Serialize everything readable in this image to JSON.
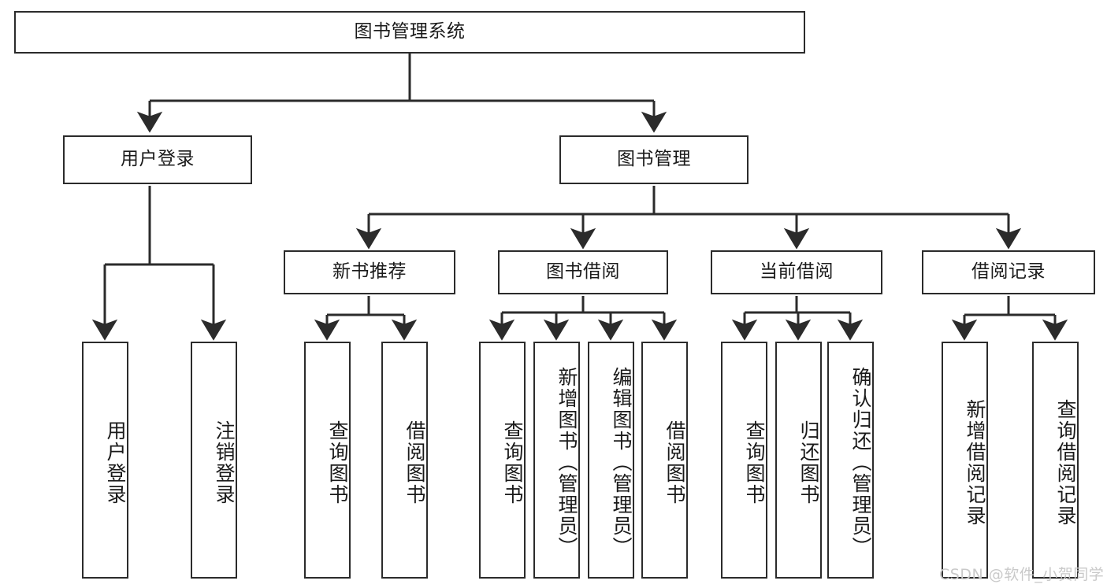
{
  "diagram": {
    "type": "tree-hierarchy-chart",
    "title": "图书管理系统",
    "stroke_color": "#2b2b2b",
    "fill_color": "#ffffff",
    "text_color": "#1a1a1a",
    "nodes": {
      "root": {
        "label": "图书管理系统",
        "level": 0,
        "orientation": "horizontal"
      },
      "user_login": {
        "label": "用户登录",
        "level": 1,
        "orientation": "horizontal"
      },
      "book_manage": {
        "label": "图书管理",
        "level": 1,
        "orientation": "horizontal"
      },
      "new_book_rec": {
        "label": "新书推荐",
        "level": 2,
        "orientation": "horizontal"
      },
      "book_borrow": {
        "label": "图书借阅",
        "level": 2,
        "orientation": "horizontal"
      },
      "current_borrow": {
        "label": "当前借阅",
        "level": 2,
        "orientation": "horizontal"
      },
      "borrow_record": {
        "label": "借阅记录",
        "level": 2,
        "orientation": "horizontal"
      },
      "leaf_user_login": {
        "label": "用户登录",
        "level": 3,
        "orientation": "vertical"
      },
      "leaf_logout": {
        "label": "注销登录",
        "level": 3,
        "orientation": "vertical"
      },
      "leaf_query_book_1": {
        "label": "查询图书",
        "level": 3,
        "orientation": "vertical"
      },
      "leaf_borrow_book_1": {
        "label": "借阅图书",
        "level": 3,
        "orientation": "vertical"
      },
      "leaf_query_book_2": {
        "label": "查询图书",
        "level": 3,
        "orientation": "vertical"
      },
      "leaf_add_book": {
        "label": "新增图书（管理员）",
        "level": 3,
        "orientation": "vertical"
      },
      "leaf_edit_book": {
        "label": "编辑图书（管理员）",
        "level": 3,
        "orientation": "vertical"
      },
      "leaf_borrow_book_2": {
        "label": "借阅图书",
        "level": 3,
        "orientation": "vertical"
      },
      "leaf_query_book_3": {
        "label": "查询图书",
        "level": 3,
        "orientation": "vertical"
      },
      "leaf_return_book": {
        "label": "归还图书",
        "level": 3,
        "orientation": "vertical"
      },
      "leaf_confirm_return": {
        "label": "确认归还（管理员）",
        "level": 3,
        "orientation": "vertical"
      },
      "leaf_add_record": {
        "label": "新增借阅记录",
        "level": 3,
        "orientation": "vertical"
      },
      "leaf_query_record": {
        "label": "查询借阅记录",
        "level": 3,
        "orientation": "vertical"
      }
    },
    "edges": [
      {
        "from": "root",
        "to": "user_login"
      },
      {
        "from": "root",
        "to": "book_manage"
      },
      {
        "from": "user_login",
        "to": "leaf_user_login"
      },
      {
        "from": "user_login",
        "to": "leaf_logout"
      },
      {
        "from": "book_manage",
        "to": "new_book_rec"
      },
      {
        "from": "book_manage",
        "to": "book_borrow"
      },
      {
        "from": "book_manage",
        "to": "current_borrow"
      },
      {
        "from": "book_manage",
        "to": "borrow_record"
      },
      {
        "from": "new_book_rec",
        "to": "leaf_query_book_1"
      },
      {
        "from": "new_book_rec",
        "to": "leaf_borrow_book_1"
      },
      {
        "from": "book_borrow",
        "to": "leaf_query_book_2"
      },
      {
        "from": "book_borrow",
        "to": "leaf_add_book"
      },
      {
        "from": "book_borrow",
        "to": "leaf_edit_book"
      },
      {
        "from": "book_borrow",
        "to": "leaf_borrow_book_2"
      },
      {
        "from": "current_borrow",
        "to": "leaf_query_book_3"
      },
      {
        "from": "current_borrow",
        "to": "leaf_return_book"
      },
      {
        "from": "current_borrow",
        "to": "leaf_confirm_return"
      },
      {
        "from": "borrow_record",
        "to": "leaf_add_record"
      },
      {
        "from": "borrow_record",
        "to": "leaf_query_record"
      }
    ]
  },
  "watermark": {
    "text": "CSDN @软件_小贺同学",
    "color": "#c9c9c9"
  }
}
